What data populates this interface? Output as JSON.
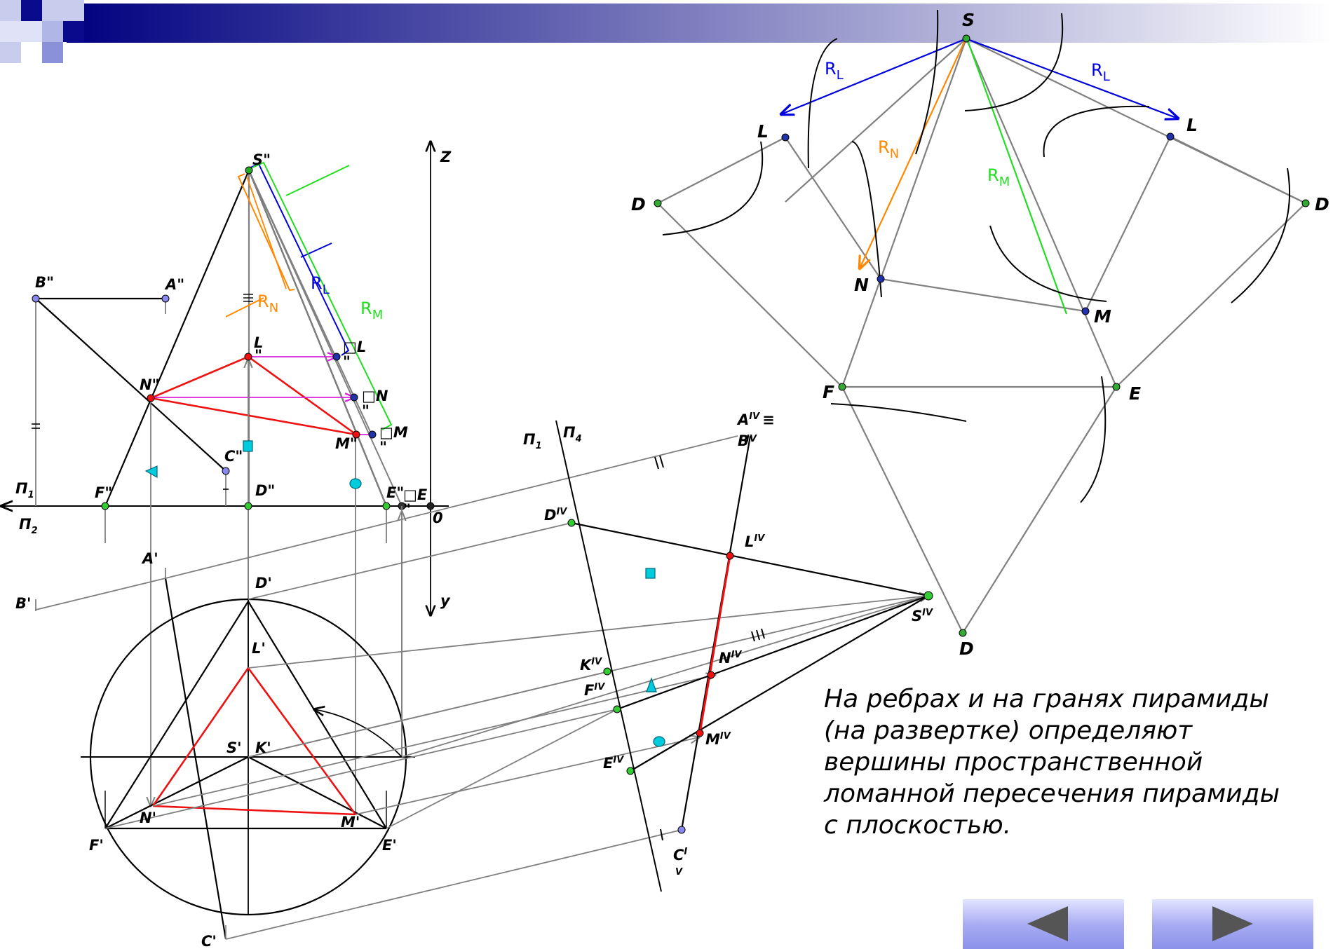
{
  "header": {
    "gradient_from": "#000080",
    "gradient_to": "#ffffff"
  },
  "caption_lines": [
    "На ребрах и на гранях пирамиды",
    "(на развертке) определяют",
    "вершины пространственной",
    "ломанной пересечения пирамиды",
    "с плоскостью."
  ],
  "labels": {
    "S2": "S\"",
    "B2": "B\"",
    "A2": "A\"",
    "N2": "N\"",
    "M2": "M\"",
    "C2": "C\"",
    "F2": "F\"",
    "D2": "D\"",
    "E2": "E\"",
    "L2_a": "L",
    "L2_b": "\"",
    "pi1_left": "П",
    "pi1_left_sub": "1",
    "pi2_left": "П",
    "pi2_left_sub": "2",
    "z_axis": "Z",
    "y_axis": "y",
    "origin": "0",
    "Lbox": "□L",
    "Lbox_q": "\"",
    "Nbox": "□N",
    "Nbox_q": "\"",
    "Mbox": "□M",
    "Mbox_q": "\"",
    "Ebox": "□E",
    "Ebox_q": "\"",
    "RL_front": "R",
    "RL_front_sub": "L",
    "RN_front": "R",
    "RN_front_sub": "N",
    "RM_front": "R",
    "RM_front_sub": "M",
    "equiv_front": "≡",
    "A1": "A'",
    "B1": "B'",
    "D1": "D'",
    "L1": "L'",
    "S1": "S'",
    "K1": "K'",
    "N1": "N'",
    "M1": "M'",
    "F1": "F'",
    "E1": "E'",
    "C1": "C'",
    "pi1_right": "П",
    "pi1_right_sub": "1",
    "pi4_right": "П",
    "pi4_right_sub": "4",
    "A4": "A",
    "A4_sup": "IV",
    "A4_equiv": "≡",
    "B4": "B",
    "B4_sup": "IV",
    "D4": "D",
    "D4_sup": "IV",
    "L4": "L",
    "L4_sup": "IV",
    "S4": "S",
    "S4_sup": "IV",
    "K4": "K",
    "K4_sup": "IV",
    "F4": "F",
    "F4_sup": "IV",
    "N4": "N",
    "N4_sup": "IV",
    "M4": "M",
    "M4_sup": "IV",
    "E4": "E",
    "E4_sup": "IV",
    "C4": "C",
    "C4_sup_a": "I",
    "C4_sup_b": "V",
    "S_dev": "S",
    "L_dev_left": "L",
    "L_dev_right": "L",
    "D_dev_left": "D",
    "D_dev_right": "D",
    "D_dev_bottom": "D",
    "N_dev": "N",
    "M_dev": "M",
    "F_dev": "F",
    "E_dev": "E",
    "RL_dev_left": "R",
    "RL_dev_left_sub": "L",
    "RL_dev_right": "R",
    "RL_dev_right_sub": "L",
    "RN_dev": "R",
    "RN_dev_sub": "N",
    "RM_dev": "R",
    "RM_dev_sub": "M"
  },
  "colors": {
    "section": "#ee1111",
    "radius_l": "#0000dd",
    "radius_n": "#ff8800",
    "radius_m": "#22dd22",
    "transfer": "#dd22dd",
    "marker": "#00ccdd",
    "construction": "#808080"
  },
  "nav": {
    "prev": "◀",
    "next": "▶",
    "arrow_color": "#555555"
  }
}
